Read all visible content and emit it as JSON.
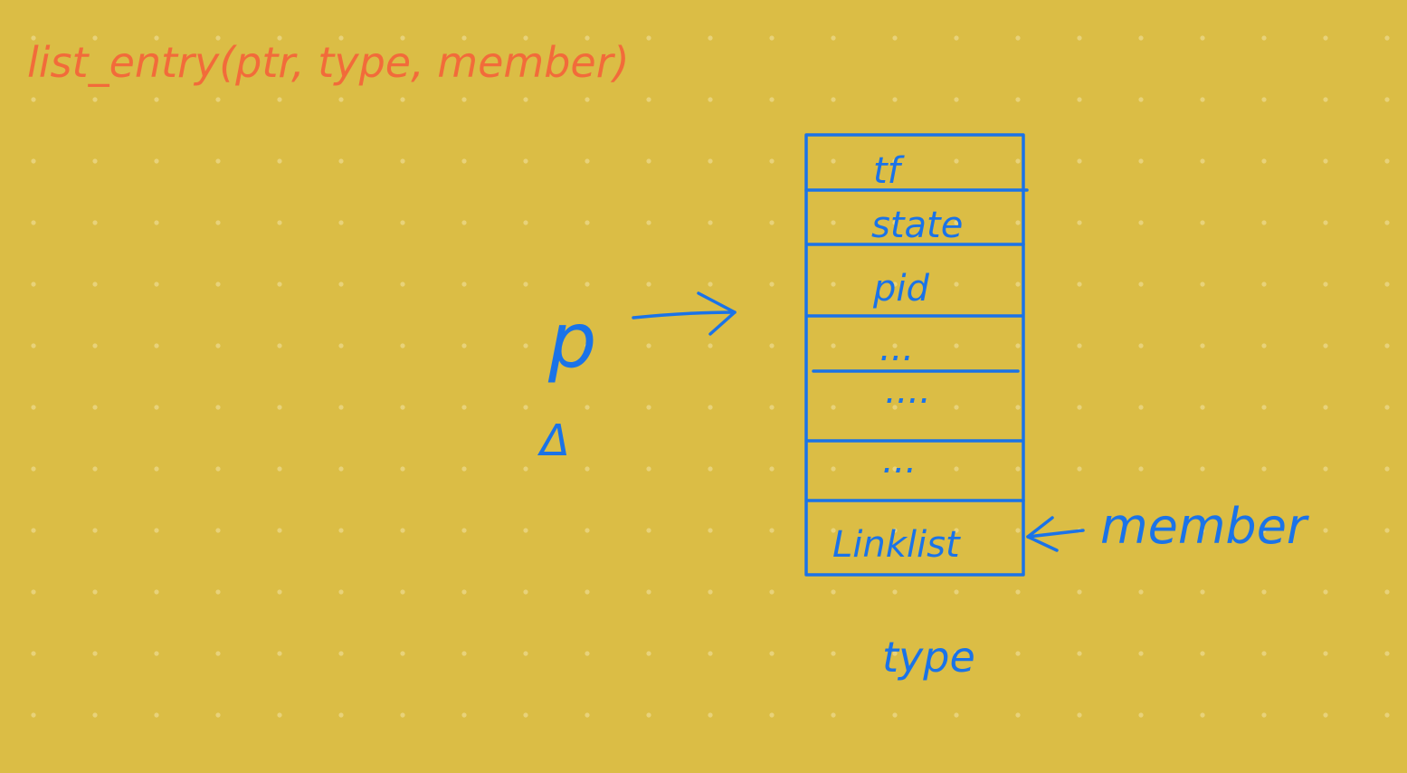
{
  "heading": "list_entry(ptr, type, member)",
  "pointer": {
    "label": "p",
    "marker": "Δ"
  },
  "struct": {
    "fields": [
      "tf",
      "state",
      "pid",
      "...",
      "....",
      "...",
      "Linklist"
    ],
    "caption": "type"
  },
  "member_label": "member",
  "colors": {
    "background": "#dbbd45",
    "dot": "#e8d27a",
    "heading_ink": "#f26b3a",
    "diagram_ink": "#1a73e8"
  }
}
